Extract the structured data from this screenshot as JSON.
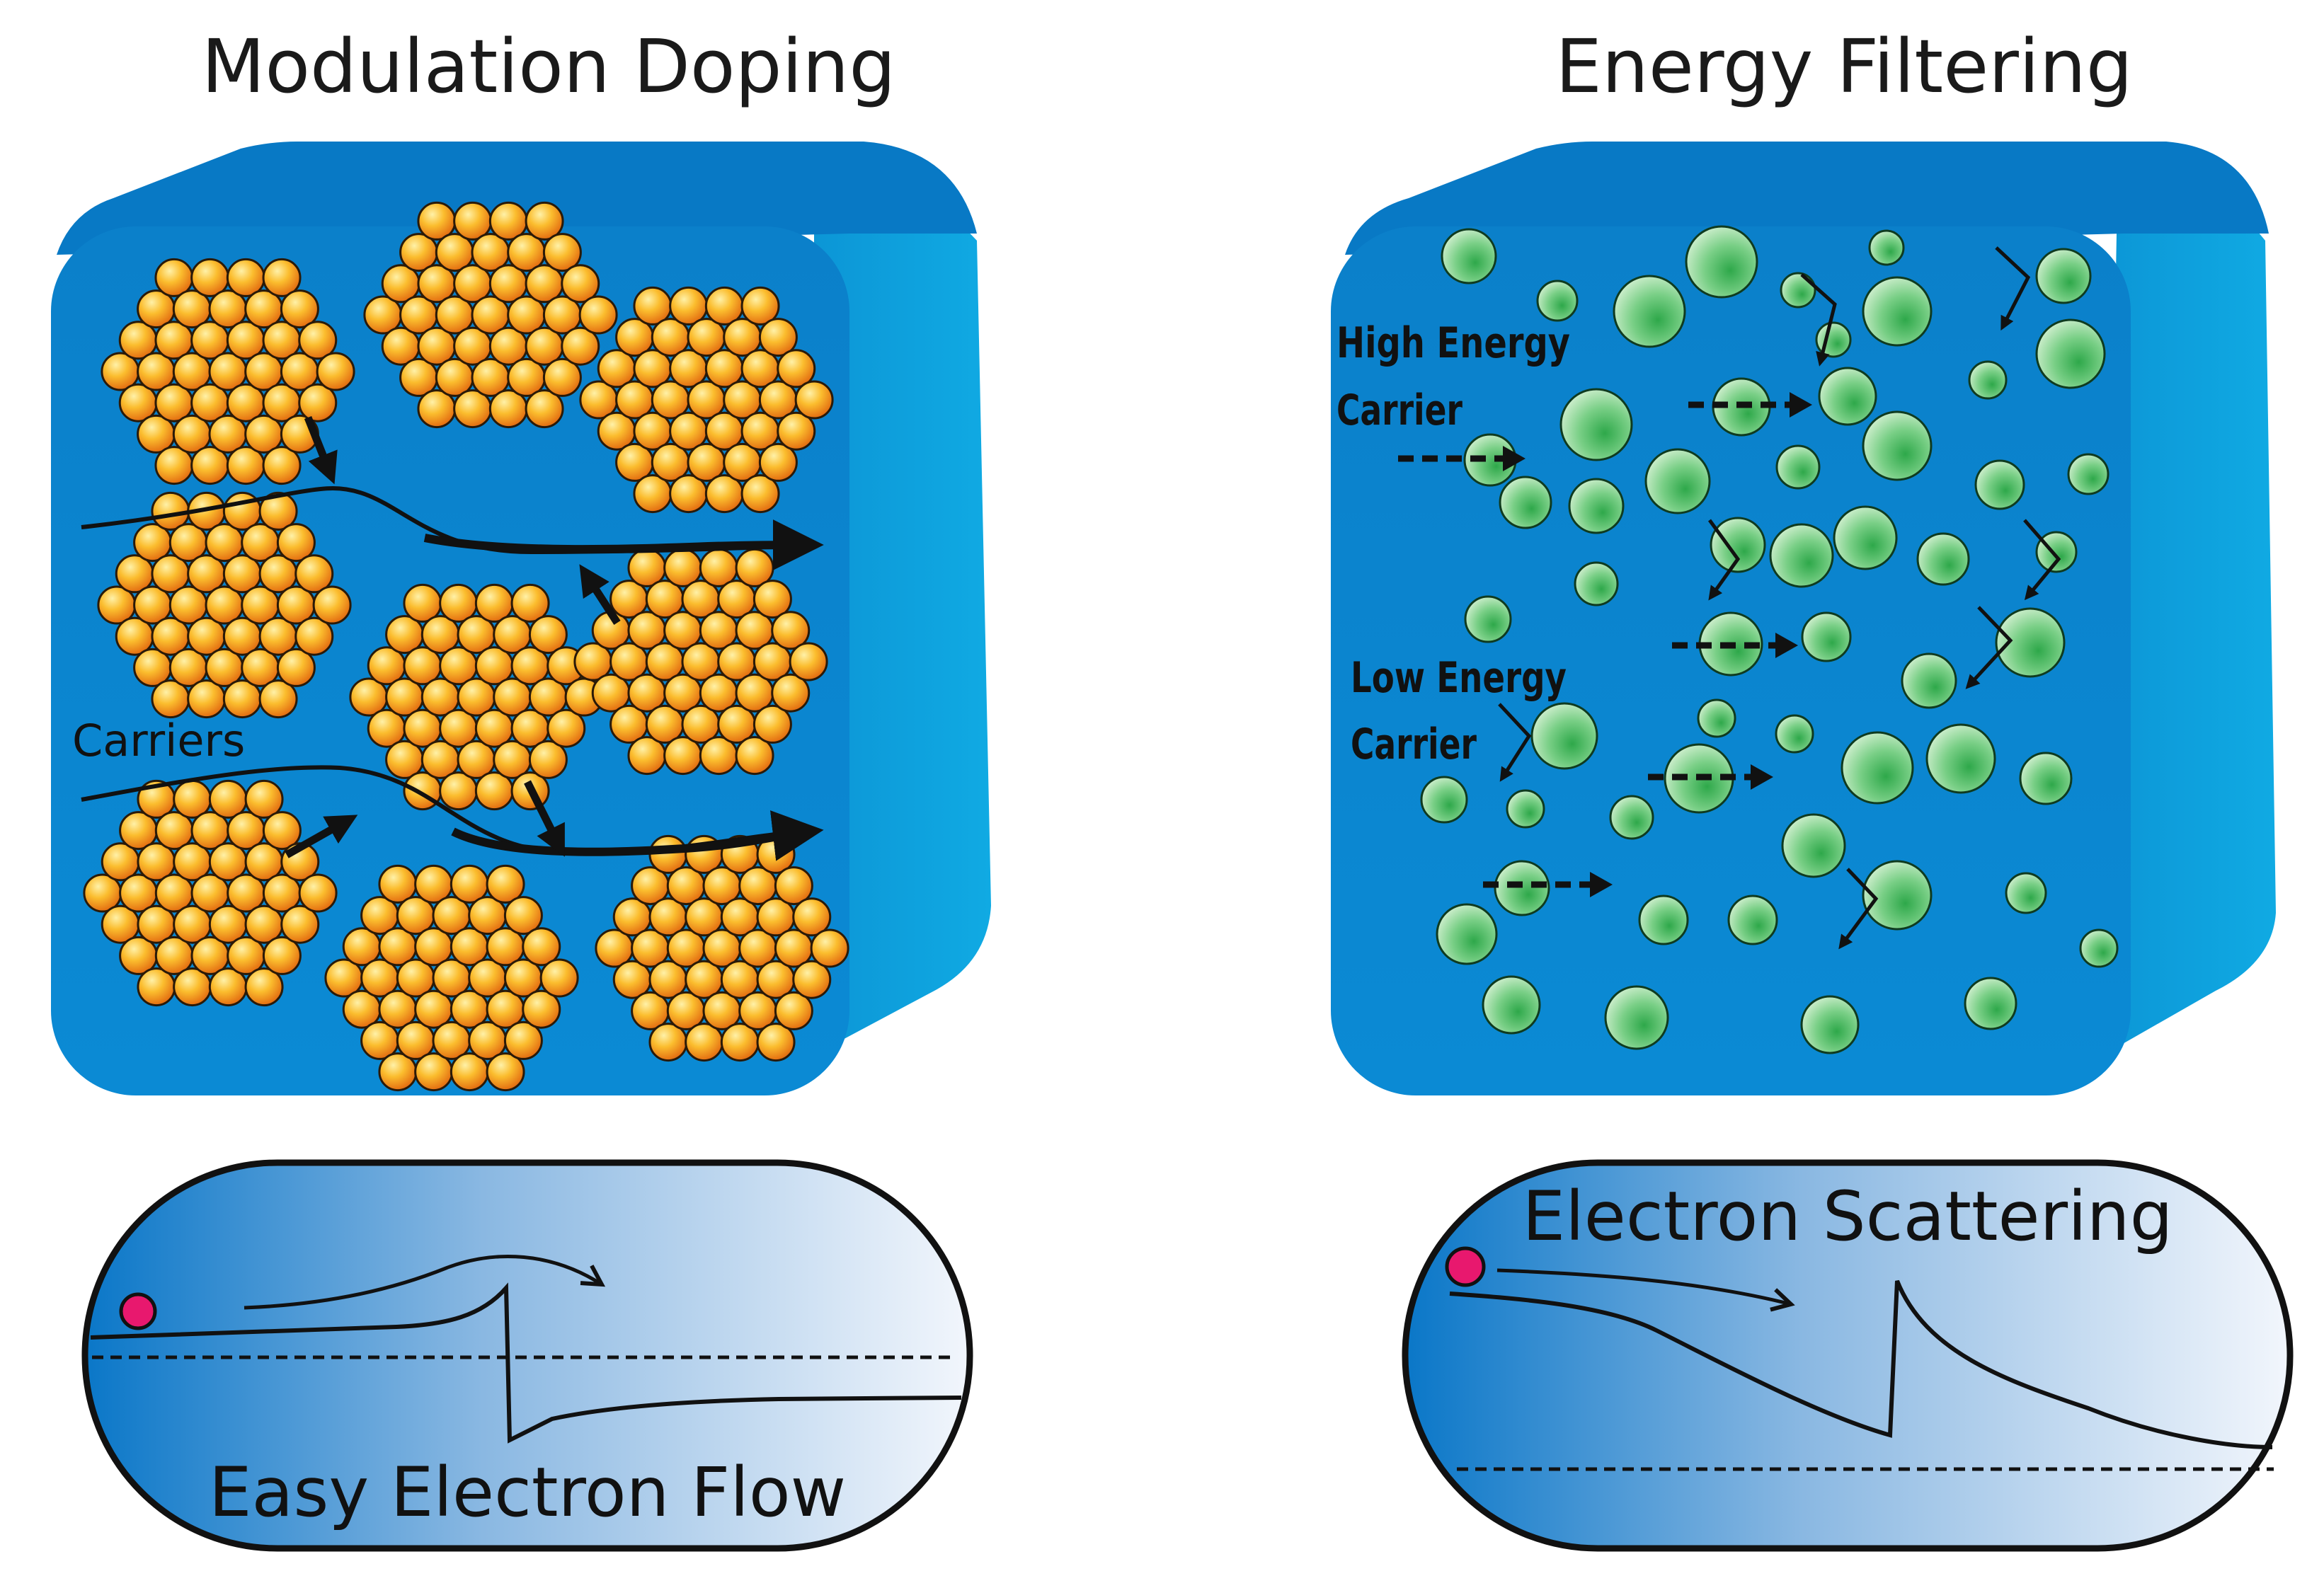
{
  "panels": {
    "left": {
      "title": "Modulation Doping",
      "carriers_label": "Carriers",
      "band_label": "Easy Electron Flow"
    },
    "right": {
      "title": "Energy Filtering",
      "high_label_1": "High Energy",
      "high_label_2": "Carrier",
      "low_label_1": "Low Energy",
      "low_label_2": "Carrier",
      "band_label": "Electron Scattering"
    }
  },
  "colors": {
    "block_front": "#0a85cf",
    "block_side": "#0fa0dc",
    "block_top": "#0878c4",
    "cluster_sphere": "#f7a51e",
    "nanoparticle": "#5cc06b",
    "electron": "#e8186e",
    "outline": "#111111"
  }
}
